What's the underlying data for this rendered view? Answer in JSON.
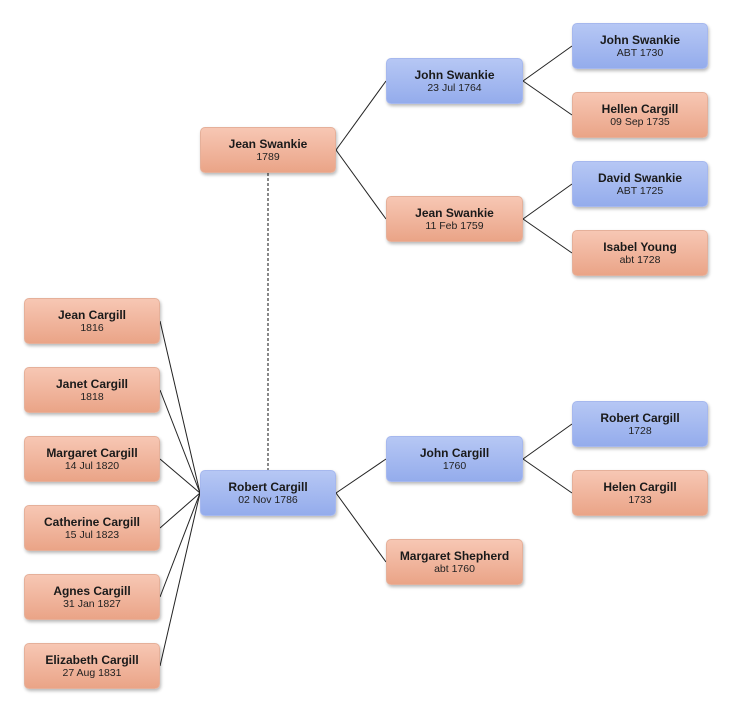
{
  "people": {
    "jean_swankie_1789": {
      "name": "Jean Swankie",
      "date": "1789",
      "sex": "female"
    },
    "robert_cargill": {
      "name": "Robert Cargill",
      "date": "02 Nov 1786",
      "sex": "male"
    },
    "john_swankie_1764": {
      "name": "John Swankie",
      "date": "23 Jul 1764",
      "sex": "male"
    },
    "jean_swankie_1759": {
      "name": "Jean Swankie",
      "date": "11 Feb 1759",
      "sex": "female"
    },
    "john_swankie_1730": {
      "name": "John Swankie",
      "date": "ABT 1730",
      "sex": "male"
    },
    "hellen_cargill": {
      "name": "Hellen Cargill",
      "date": "09 Sep 1735",
      "sex": "female"
    },
    "david_swankie": {
      "name": "David Swankie",
      "date": "ABT 1725",
      "sex": "male"
    },
    "isabel_young": {
      "name": "Isabel Young",
      "date": "abt 1728",
      "sex": "female"
    },
    "john_cargill": {
      "name": "John Cargill",
      "date": "1760",
      "sex": "male"
    },
    "margaret_shepherd": {
      "name": "Margaret Shepherd",
      "date": "abt 1760",
      "sex": "female"
    },
    "robert_cargill_1728": {
      "name": "Robert Cargill",
      "date": "1728",
      "sex": "male"
    },
    "helen_cargill_1733": {
      "name": "Helen Cargill",
      "date": "1733",
      "sex": "female"
    },
    "children": [
      {
        "name": "Jean Cargill",
        "date": "1816",
        "sex": "female"
      },
      {
        "name": "Janet Cargill",
        "date": "1818",
        "sex": "female"
      },
      {
        "name": "Margaret Cargill",
        "date": "14 Jul 1820",
        "sex": "female"
      },
      {
        "name": "Catherine Cargill",
        "date": "15 Jul 1823",
        "sex": "female"
      },
      {
        "name": "Agnes Cargill",
        "date": "31 Jan 1827",
        "sex": "female"
      },
      {
        "name": "Elizabeth Cargill",
        "date": "27 Aug 1831",
        "sex": "female"
      }
    ]
  },
  "colors": {
    "female": "#eaa487",
    "male": "#94acec",
    "line": "#222222"
  }
}
